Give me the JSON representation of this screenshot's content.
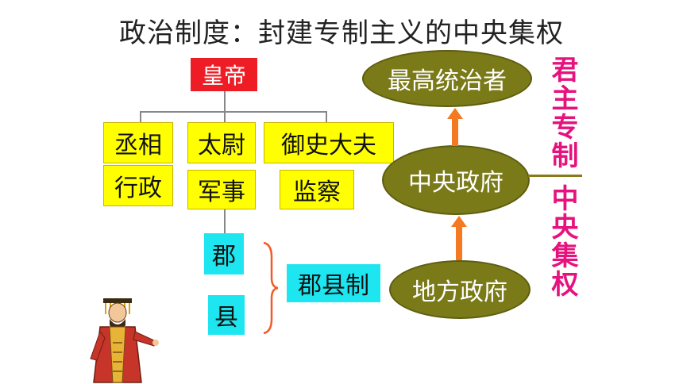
{
  "title": "政治制度：封建专制主义的中央集权",
  "emperor": "皇帝",
  "officials": [
    "丞相",
    "太尉",
    "御史大夫"
  ],
  "duties": [
    "行政",
    "军事",
    "监察"
  ],
  "local": {
    "commandery": "郡",
    "county": "县",
    "system": "郡县制"
  },
  "levels": {
    "top": "最高统治者",
    "central": "中央政府",
    "local": "地方政府"
  },
  "side": {
    "upper": "君主专制",
    "lower": "中央集权"
  },
  "colors": {
    "emperor_bg": "#ee1c24",
    "yellow": "#ffff00",
    "cyan": "#1de6f0",
    "olive": "#7a7a18",
    "magenta": "#e6127d",
    "arrow": "#f47920"
  }
}
